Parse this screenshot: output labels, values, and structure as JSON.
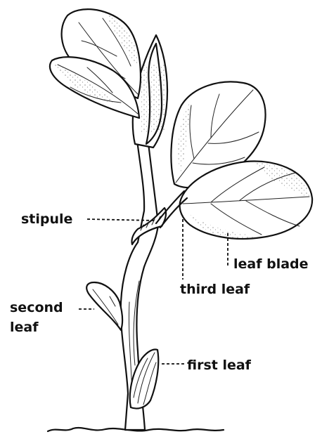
{
  "labels": {
    "stipule": "stipule",
    "leaf_blade": "leaf blade",
    "third_leaf": "third leaf",
    "second_leaf_line1": "second",
    "second_leaf_line2": "leaf",
    "first_leaf": "first leaf"
  }
}
